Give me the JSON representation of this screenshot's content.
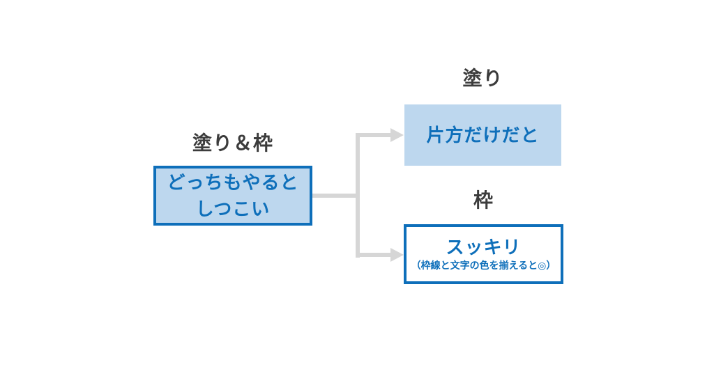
{
  "diagram": {
    "source": {
      "label": "塗り＆枠",
      "text_line1": "どっちもやると",
      "text_line2": "しつこい"
    },
    "fill_branch": {
      "label": "塗り",
      "text": "片方だけだと"
    },
    "border_branch": {
      "label": "枠",
      "text": "スッキリ",
      "subtext": "（枠線と文字の色を揃えると◎）"
    },
    "colors": {
      "accent_blue": "#0E6FBA",
      "light_blue_fill": "#BDD7EE",
      "connector_gray": "#D6D6D6",
      "label_gray": "#3C3C3C",
      "background": "#FFFFFF"
    }
  }
}
